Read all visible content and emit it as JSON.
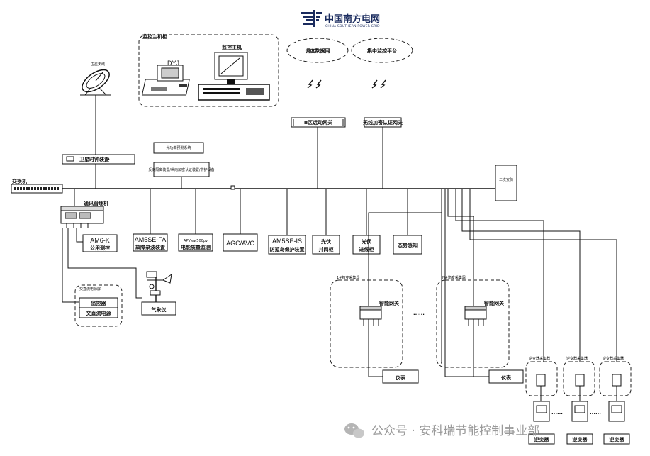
{
  "brand": {
    "name": "中国南方电网",
    "name_en": "CHINA SOUTHERN POWER GRID",
    "color": "#1a2b5e"
  },
  "monitor_group": {
    "title": "监控主机柜",
    "printer_label": "DYJ",
    "host_label": "监控主机"
  },
  "clouds": {
    "dispatch": "调度数据网",
    "central": "集中监控平台"
  },
  "satellite": {
    "label": "卫星天线",
    "receiver": "卫星时钟装置"
  },
  "gateways": {
    "zone2": "II区远动网关",
    "wireless": "无线加密认证网关"
  },
  "side_boxes": {
    "upper": "光功率预测系统",
    "lower": "反向隔离装置/纵向加密认证装置/防护设备",
    "right": "二次安防"
  },
  "switch_label": "交换机",
  "comm_manager": "通讯管理机",
  "modules": [
    {
      "line1": "AM6-K",
      "line2": "公用测控"
    },
    {
      "line1": "AM5SE-FA",
      "line2": "故障录波装置"
    },
    {
      "line1": "APView500pv",
      "line2": "电能质量监测"
    },
    {
      "line1": "AGC/AVC",
      "line2": ""
    },
    {
      "line1": "AM5SE-IS",
      "line2": "防孤岛保护装置"
    },
    {
      "line1": "光伏",
      "line2": "并网柜"
    },
    {
      "line1": "光伏",
      "line2": "进线柜"
    },
    {
      "line1": "态势感知",
      "line2": ""
    }
  ],
  "ac_dc": {
    "title": "交直流电源屏",
    "item1": "监控器",
    "item2": "交直流电源"
  },
  "weather": "气象仪",
  "areas": {
    "area1": "1#箱变采集器",
    "areaN": "N#箱变采集器",
    "gateway": "智能网关",
    "meter": "仪表",
    "ellipsis": "......"
  },
  "inverters": {
    "collector": "逆变器采集器",
    "inverter": "逆变器",
    "ellipsis": "......"
  },
  "watermark": "公众号 · 安科瑞节能控制事业部"
}
